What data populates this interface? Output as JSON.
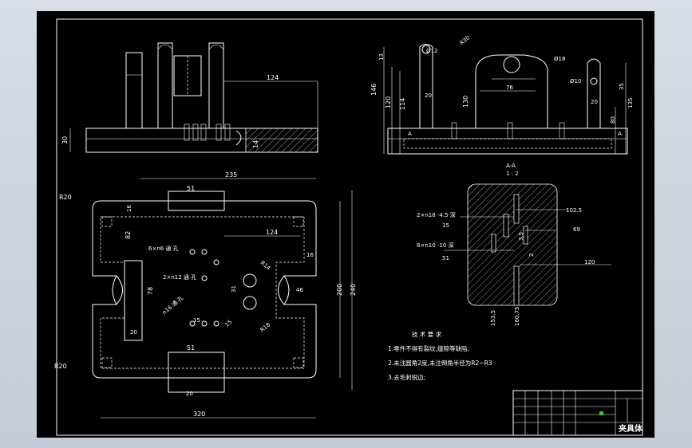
{
  "drawing": {
    "title_block": {
      "name": "夹具体"
    },
    "front_view": {
      "dims": [
        "124",
        "30",
        "14"
      ]
    },
    "side_view": {
      "dims": [
        "Ø12",
        "R30",
        "Ø18",
        "Ø10",
        "13",
        "146",
        "120",
        "114",
        "20",
        "130",
        "76",
        "20",
        "35",
        "135",
        "80",
        "A",
        "A"
      ]
    },
    "top_view": {
      "dims": [
        "235",
        "R20",
        "51",
        "16",
        "82",
        "124",
        "16",
        "6×n6 通 孔",
        "R14",
        "2×n12 通 孔",
        "78",
        "31",
        "46",
        "200",
        "240",
        "n16 通 孔",
        "R18",
        "15",
        "15",
        "20",
        "51",
        "R20",
        "20",
        "320"
      ]
    },
    "section_view": {
      "label_top": "A-A",
      "label_scale": "1 : 2",
      "dims": [
        "2×n18 -4.5 深",
        "15",
        "8×n10 -10 深",
        "51",
        "102.5",
        "69",
        "120",
        "3.5",
        "2",
        "153.5",
        "160.75"
      ]
    },
    "notes": {
      "heading": "技 术 要 求",
      "items": [
        "1.零件不得有裂纹,缝隙等缺陷;",
        "2.未注圆角2度,未注倒角半径为R2~R3",
        "3.去毛刺锐边;"
      ]
    }
  },
  "colors": {
    "background": "#000000",
    "line": "#ffffff",
    "frame": "#cdd3dd"
  }
}
